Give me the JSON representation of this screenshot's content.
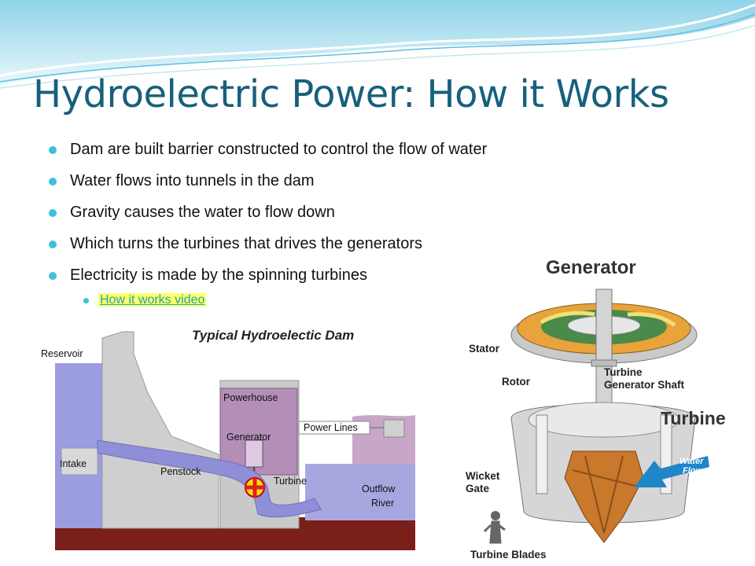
{
  "slide": {
    "title": "Hydroelectric Power: How it Works",
    "bullets": [
      "Dam are built barrier constructed to control the flow of water",
      "Water flows into tunnels in the dam",
      "Gravity causes the water to flow down",
      "Which turns the turbines that drives the generators",
      "Electricity is made by the spinning turbines"
    ],
    "link_label": "How it works video"
  },
  "dam_diagram": {
    "title": "Typical Hydroelectic Dam",
    "labels": {
      "reservoir": "Reservoir",
      "powerhouse": "Powerhouse",
      "power_lines": "Power Lines",
      "generator": "Generator",
      "intake": "Intake",
      "penstock": "Penstock",
      "turbine": "Turbine",
      "outflow_1": "Outflow",
      "outflow_2": "River"
    }
  },
  "generator_diagram": {
    "labels": {
      "generator": "Generator",
      "stator": "Stator",
      "rotor": "Rotor",
      "shaft_1": "Turbine",
      "shaft_2": "Generator Shaft",
      "turbine": "Turbine",
      "water_1": "Water",
      "water_2": "Flow",
      "wicket_1": "Wicket",
      "wicket_2": "Gate",
      "blades": "Turbine Blades"
    }
  },
  "colors": {
    "title": "#17607d",
    "bullet": "#3fc0d8",
    "link": "#1aa7bf",
    "link_highlight": "#ffff66",
    "water": "#8a8ad0",
    "concrete": "#cfcfcf",
    "blade": "#c9782c",
    "water_arrow": "#1f86c8"
  }
}
